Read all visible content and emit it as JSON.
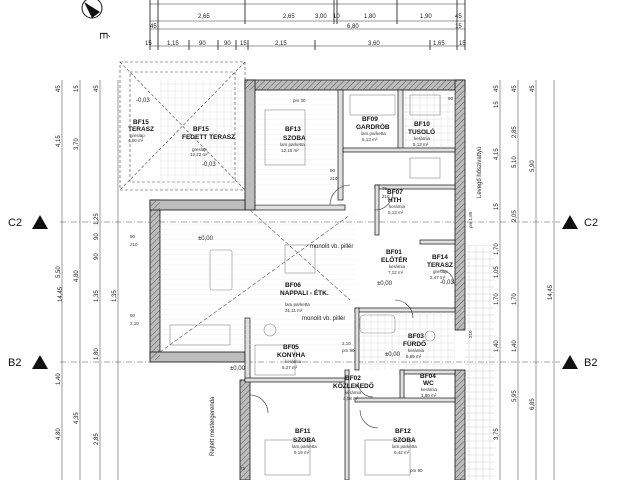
{
  "compass": {
    "label": "É"
  },
  "top_dims": {
    "row1": [
      "2,65",
      "2,65",
      "3,00",
      "10",
      "1,80",
      "1,90",
      "45"
    ],
    "row2": [
      "45",
      "6,80",
      "15"
    ],
    "row3": [
      "15",
      "1,15",
      "90",
      "90",
      "15",
      "2,15",
      "3,60",
      "1,65",
      "15"
    ]
  },
  "left_dims": {
    "col1": [
      "45",
      "4,15",
      "5,50",
      "1,40",
      "4,80"
    ],
    "col2": [
      "15",
      "3,70",
      "4,80",
      "14,45",
      "1,35",
      "4,35"
    ],
    "col3": [
      "45",
      "1,25",
      "90",
      "90",
      "1,35",
      "1,80",
      "2,85"
    ]
  },
  "right_dims": {
    "col1": [
      "45",
      "15",
      "4,15",
      "15",
      "1,70",
      "1,05",
      "1,70",
      "1,40",
      "3,75"
    ],
    "col2": [
      "45",
      "2,85",
      "5,10",
      "2,05",
      "1,70",
      "1,40",
      "5,95"
    ],
    "col3": [
      "45",
      "5,90",
      "14,45",
      "6,85"
    ]
  },
  "axes": {
    "upper": "C2",
    "lower": "B2"
  },
  "rooms": [
    {
      "code": "BF15",
      "name": "TERASZ",
      "floor": "greslap",
      "area": "4,00 m²"
    },
    {
      "code": "BF15",
      "name": "FEDETT TERASZ",
      "floor": "greslap",
      "area": "12,22 m²"
    },
    {
      "code": "BF13",
      "name": "SZOBA",
      "floor": "lam.parketta",
      "area": "12,15 m²"
    },
    {
      "code": "BF09",
      "name": "GARDRÓB",
      "floor": "lam.parketta",
      "area": "5,13 m²"
    },
    {
      "code": "BF10",
      "name": "TUSOLÓ",
      "floor": "kerámia",
      "area": "5,13 m²"
    },
    {
      "code": "BF07",
      "name": "HTH",
      "floor": "kerámia",
      "area": "5,13 m²"
    },
    {
      "code": "BF01",
      "name": "ELŐTÉR",
      "floor": "kerámia",
      "area": "7,12 m²"
    },
    {
      "code": "BF14",
      "name": "TERASZ",
      "floor": "greslap",
      "area": "2,47 m²"
    },
    {
      "code": "BF06",
      "name": "NAPPALI - ÉTK.",
      "floor": "lam.parketta",
      "area": "31,11 m²"
    },
    {
      "code": "BF03",
      "name": "FÜRDŐ",
      "floor": "kerámia",
      "area": "5,89 m²"
    },
    {
      "code": "BF05",
      "name": "KONYHA",
      "floor": "kerámia",
      "area": "5,27 m²"
    },
    {
      "code": "BF02",
      "name": "KÖZLEKEDŐ",
      "floor": "kerámia",
      "area": "4,08 m²"
    },
    {
      "code": "BF04",
      "name": "WC",
      "floor": "kerámia",
      "area": "1,80 m²"
    },
    {
      "code": "BF11",
      "name": "SZOBA",
      "floor": "lam.parketta",
      "area": "9,19 m²"
    },
    {
      "code": "BF12",
      "name": "SZOBA",
      "floor": "lam.parketta",
      "area": "9,42 m²"
    }
  ],
  "notes": {
    "pillar1": "monolit vb. pillér",
    "pillar2": "monolit vb. pillér",
    "hidden_gutter": "Rejtett mestergerenda",
    "air_pump": "Levegő hőszivattyú",
    "level1": "-0,03",
    "level2": "-0,03",
    "level3": "±0,00",
    "level4": "-0,03",
    "level5": "±0,00",
    "level6": "±0,00",
    "level7": "±0,00"
  },
  "openings": [
    "pm 30",
    "90",
    "210",
    "75",
    "210",
    "pm 1,80",
    "90",
    "210",
    "90",
    "2,10",
    "90",
    "2,10",
    "pm 90",
    "75",
    "210",
    "pm 90"
  ]
}
